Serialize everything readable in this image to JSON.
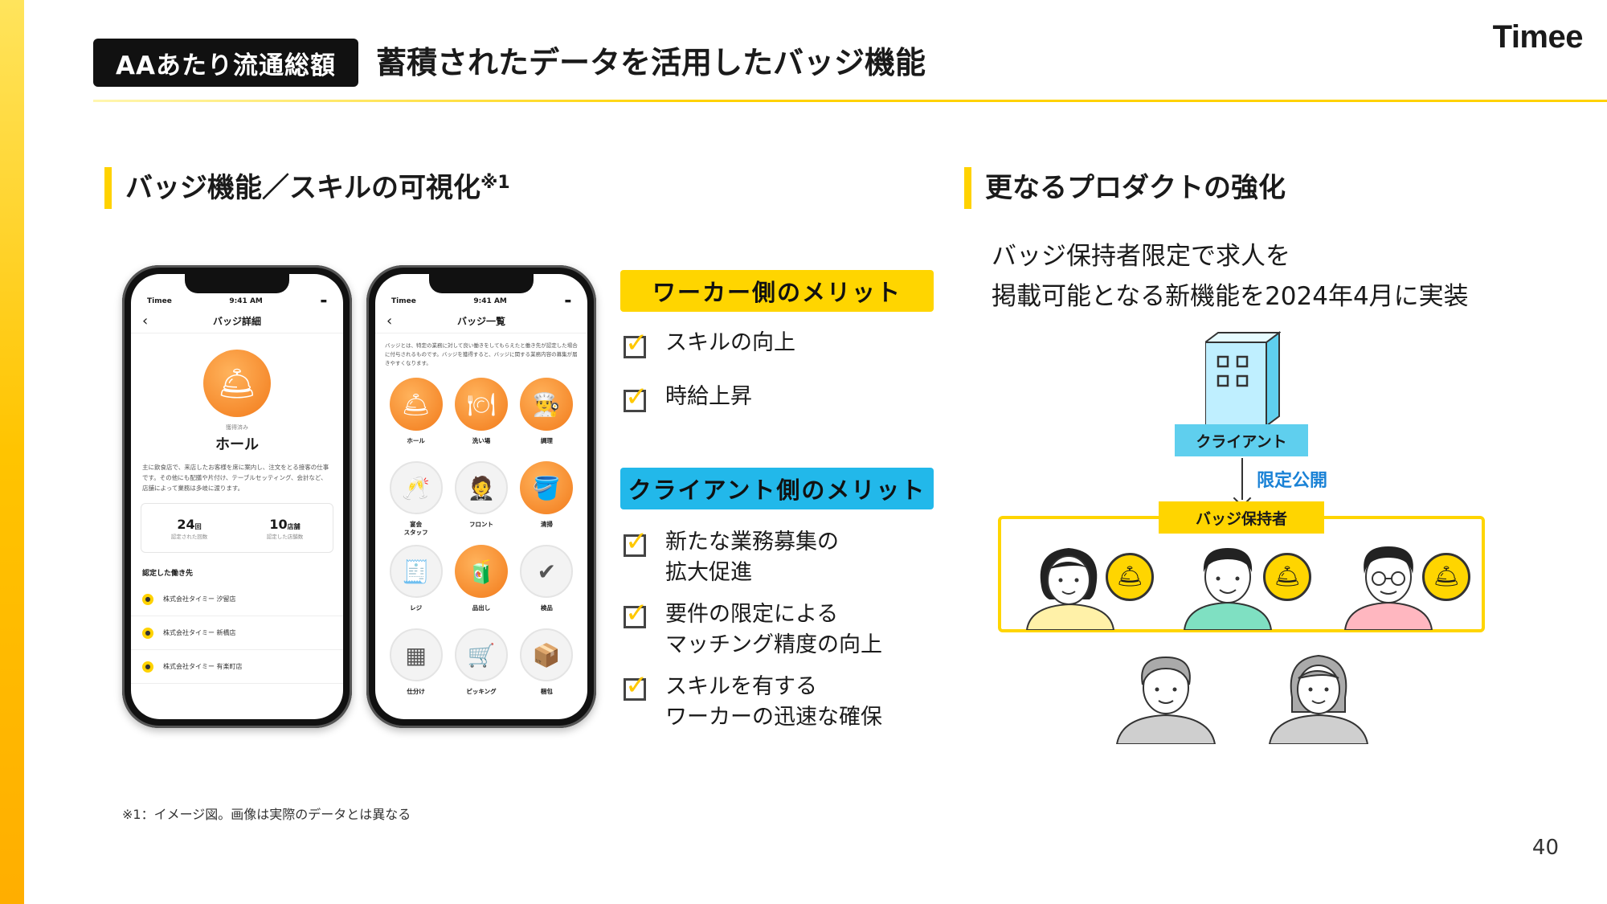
{
  "header": {
    "tag": "AAあたり流通総額",
    "title": "蓄積されたデータを活用したバッジ機能",
    "logo": "Timee"
  },
  "left_section": {
    "title": "バッジ機能／スキルの可視化",
    "title_sup": "※1"
  },
  "phone1": {
    "status_carrier": "Timee",
    "status_time": "9:41 AM",
    "nav_title": "バッジ詳細",
    "acquired_label": "獲得済み",
    "badge_name": "ホール",
    "description": "主に飲食店で、来店したお客様を席に案内し、注文をとる接客の仕事です。その他にも配膳や片付け、テーブルセッティング、会計など、店舗によって業務は多岐に渡ります。",
    "stats": [
      {
        "num": "24",
        "unit": "回",
        "label": "認定された回数"
      },
      {
        "num": "10",
        "unit": "店舗",
        "label": "認定した店舗数"
      }
    ],
    "list_label": "認定した働き先",
    "companies": [
      "株式会社タイミー 汐留店",
      "株式会社タイミー 新橋店",
      "株式会社タイミー 有楽町店"
    ]
  },
  "phone2": {
    "status_carrier": "Timee",
    "status_time": "9:41 AM",
    "nav_title": "バッジ一覧",
    "description": "バッジとは、特定の業務に対して良い働きをしてもらえたと働き先が認定した場合に付与されるものです。バッジを獲得すると、バッジに関する業務内容の募集が届きやすくなります。",
    "badges": [
      {
        "label": "ホール",
        "icon": "cloche-icon",
        "on": true
      },
      {
        "label": "洗い場",
        "icon": "dish-icon",
        "on": true
      },
      {
        "label": "調理",
        "icon": "chef-hat-icon",
        "on": true
      },
      {
        "label": "宴会\nスタッフ",
        "icon": "toast-icon",
        "on": false
      },
      {
        "label": "フロント",
        "icon": "concierge-icon",
        "on": false
      },
      {
        "label": "清掃",
        "icon": "bucket-icon",
        "on": true
      },
      {
        "label": "レジ",
        "icon": "register-icon",
        "on": false
      },
      {
        "label": "品出し",
        "icon": "shelf-icon",
        "on": true
      },
      {
        "label": "検品",
        "icon": "inspection-icon",
        "on": false
      },
      {
        "label": "仕分け",
        "icon": "boxes-icon",
        "on": false
      },
      {
        "label": "ピッキング",
        "icon": "cart-icon",
        "on": false
      },
      {
        "label": "梱包",
        "icon": "package-icon",
        "on": false
      }
    ]
  },
  "worker_merit": {
    "title": "ワーカー側のメリット",
    "items": [
      "スキルの向上",
      "時給上昇"
    ]
  },
  "client_merit": {
    "title": "クライアント側のメリット",
    "items": [
      {
        "l1": "新たな業務募集の",
        "l2": "拡大促進"
      },
      {
        "l1": "要件の限定による",
        "l2": "マッチング精度の向上"
      },
      {
        "l1": "スキルを有する",
        "l2": "ワーカーの迅速な確保"
      }
    ]
  },
  "right_section": {
    "title": "更なるプロダクトの強化",
    "desc_l1": "バッジ保持者限定で求人を",
    "desc_l2": "掲載可能となる新機能を2024年4月に実装",
    "client_label": "クライアント",
    "limited_label": "限定公開",
    "holder_label": "バッジ保持者"
  },
  "footnote": "※1：イメージ図。画像は実際のデータとは異なる",
  "page_number": "40",
  "colors": {
    "accent_yellow": "#ffd500",
    "accent_blue": "#22b8ea",
    "badge_orange": "#f27a1a",
    "limited_blue": "#1a82d6"
  }
}
